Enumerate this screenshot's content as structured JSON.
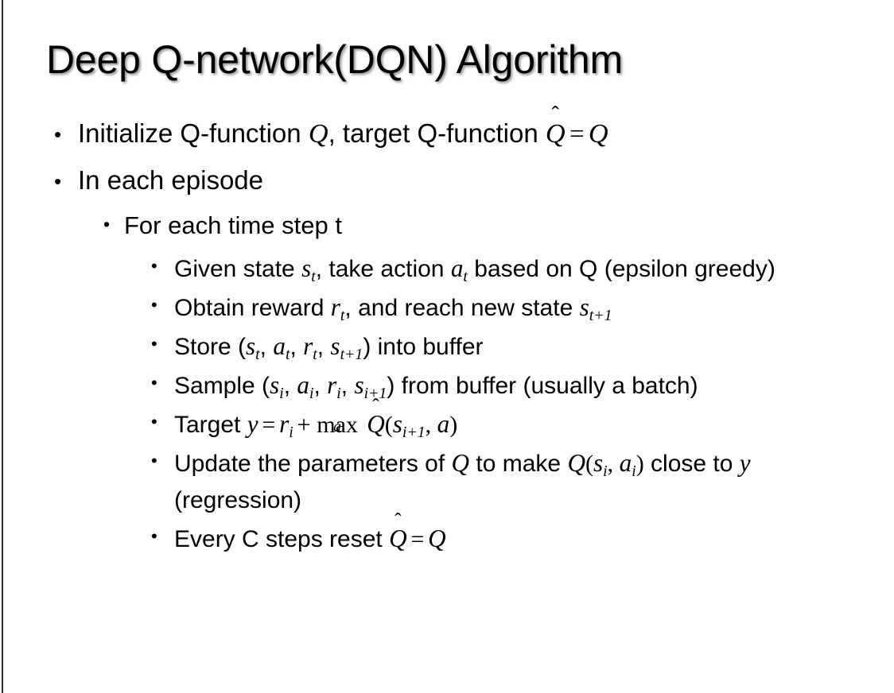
{
  "slide": {
    "title": "Deep Q-network(DQN) Algorithm",
    "background_color": "#ffffff",
    "text_color": "#000000",
    "accent_rule_color": "#2b2b2b",
    "bullet_glyph": "•"
  },
  "content": [
    {
      "level": 1,
      "id": "initialize-q-function",
      "text": "Initialize Q-function Q, target Q-function Q̂ = Q",
      "parts": {
        "a": "Initialize Q-function ",
        "math1": "Q",
        "b": ", target Q-function ",
        "math2": "Q̂",
        "eq": "=",
        "math3": "Q"
      }
    },
    {
      "level": 1,
      "id": "in-each-episode",
      "text": "In each episode"
    },
    {
      "level": 2,
      "id": "for-each-time-step",
      "text": "For each time step t"
    },
    {
      "level": 3,
      "id": "given-state-take-action",
      "text": "Given state s_t, take action a_t based on Q (epsilon greedy)",
      "parts": {
        "a": "Given state ",
        "s": "s",
        "s_sub": "t",
        "b": ", take action ",
        "act": "a",
        "act_sub": "t",
        "c": " based on Q (epsilon greedy)"
      }
    },
    {
      "level": 3,
      "id": "obtain-reward-reach-new-state",
      "text": "Obtain reward r_t, and reach new state s_{t+1}",
      "parts": {
        "a": "Obtain reward ",
        "r": "r",
        "r_sub": "t",
        "b": ", and reach new state ",
        "s": "s",
        "s_sub": "t+1"
      }
    },
    {
      "level": 3,
      "id": "store-into-buffer",
      "text": "Store (s_t, a_t, r_t, s_{t+1}) into buffer",
      "parts": {
        "a": "Store (",
        "v1": "s",
        "v1_sub": "t",
        "sep1": ", ",
        "v2": "a",
        "v2_sub": "t",
        "sep2": ", ",
        "v3": "r",
        "v3_sub": "t",
        "sep3": ", ",
        "v4": "s",
        "v4_sub": "t+1",
        "b": ") into buffer"
      }
    },
    {
      "level": 3,
      "id": "sample-from-buffer",
      "text": "Sample (s_i, a_i, r_i, s_{i+1}) from buffer (usually a batch)",
      "parts": {
        "a": "Sample (",
        "v1": "s",
        "v1_sub": "i",
        "sep1": ", ",
        "v2": "a",
        "v2_sub": "i",
        "sep2": ", ",
        "v3": "r",
        "v3_sub": "i",
        "sep3": ", ",
        "v4": "s",
        "v4_sub": "i+1",
        "b": ") from buffer (usually a batch)"
      }
    },
    {
      "level": 3,
      "id": "target-equation",
      "text": "Target y = r_i + max_a Q̂(s_{i+1}, a)",
      "parts": {
        "a": "Target ",
        "y": "y",
        "eq": "=",
        "r": "r",
        "r_sub": "i",
        "plus": "+",
        "max": "max",
        "max_sub": "a",
        "qhat": "Q̂",
        "paren_open": "(",
        "s": "s",
        "s_sub": "i+1",
        "comma": ", ",
        "act": "a",
        "paren_close": ")"
      }
    },
    {
      "level": 3,
      "id": "update-parameters",
      "text": "Update the parameters of Q to make Q(s_i, a_i) close to y (regression)",
      "parts": {
        "a": "Update the parameters of ",
        "q1": "Q",
        "b": " to make ",
        "q2": "Q",
        "paren_open": "(",
        "s": "s",
        "s_sub": "i",
        "comma": ", ",
        "act": "a",
        "act_sub": "i",
        "paren_close": ")",
        "c": " close to ",
        "y": "y",
        "d": " (regression)"
      }
    },
    {
      "level": 3,
      "id": "every-c-steps-reset",
      "text": "Every C steps reset Q̂ = Q",
      "parts": {
        "a": "Every C steps reset ",
        "qhat": "Q̂",
        "eq": "=",
        "q": "Q"
      }
    }
  ]
}
